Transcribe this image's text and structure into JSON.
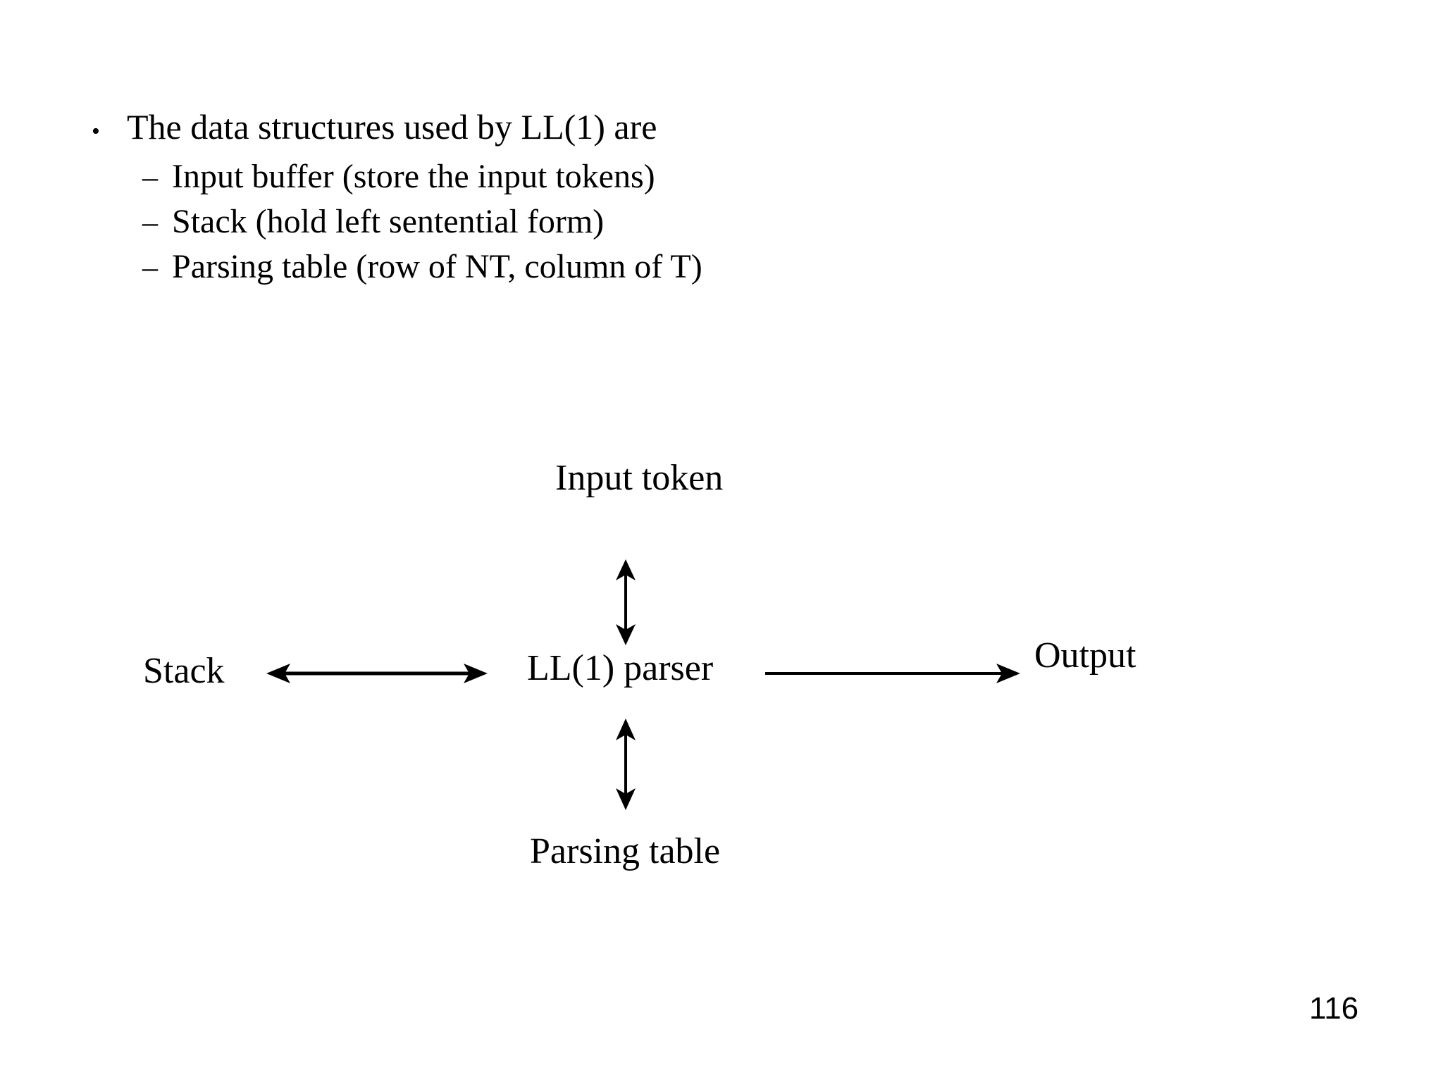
{
  "slide": {
    "background_color": "#ffffff",
    "text_color": "#000000",
    "page_number": "116"
  },
  "content": {
    "bullets": [
      {
        "level": 1,
        "marker": "•",
        "text": "The data structures used by LL(1) are"
      },
      {
        "level": 2,
        "marker": "–",
        "text": "Input buffer (store the input tokens)"
      },
      {
        "level": 2,
        "marker": "–",
        "text": "Stack (hold left sentential form)"
      },
      {
        "level": 2,
        "marker": "–",
        "text": "Parsing table (row of NT, column of T)"
      }
    ]
  },
  "diagram": {
    "nodes": {
      "input_token": "Input token",
      "stack": "Stack",
      "parser": "LL(1) parser",
      "output": "Output",
      "parsing_table": "Parsing table"
    },
    "arrows": [
      {
        "name": "input-token-parser-arrow",
        "orientation": "vertical",
        "heads": "both",
        "from": "LL(1) parser",
        "to": "Input token"
      },
      {
        "name": "parsing-table-parser-arrow",
        "orientation": "vertical",
        "heads": "both",
        "from": "LL(1) parser",
        "to": "Parsing table"
      },
      {
        "name": "stack-parser-arrow",
        "orientation": "horizontal",
        "heads": "both",
        "from": "Stack",
        "to": "LL(1) parser"
      },
      {
        "name": "parser-output-arrow",
        "orientation": "horizontal",
        "heads": "right",
        "from": "LL(1) parser",
        "to": "Output"
      }
    ]
  }
}
